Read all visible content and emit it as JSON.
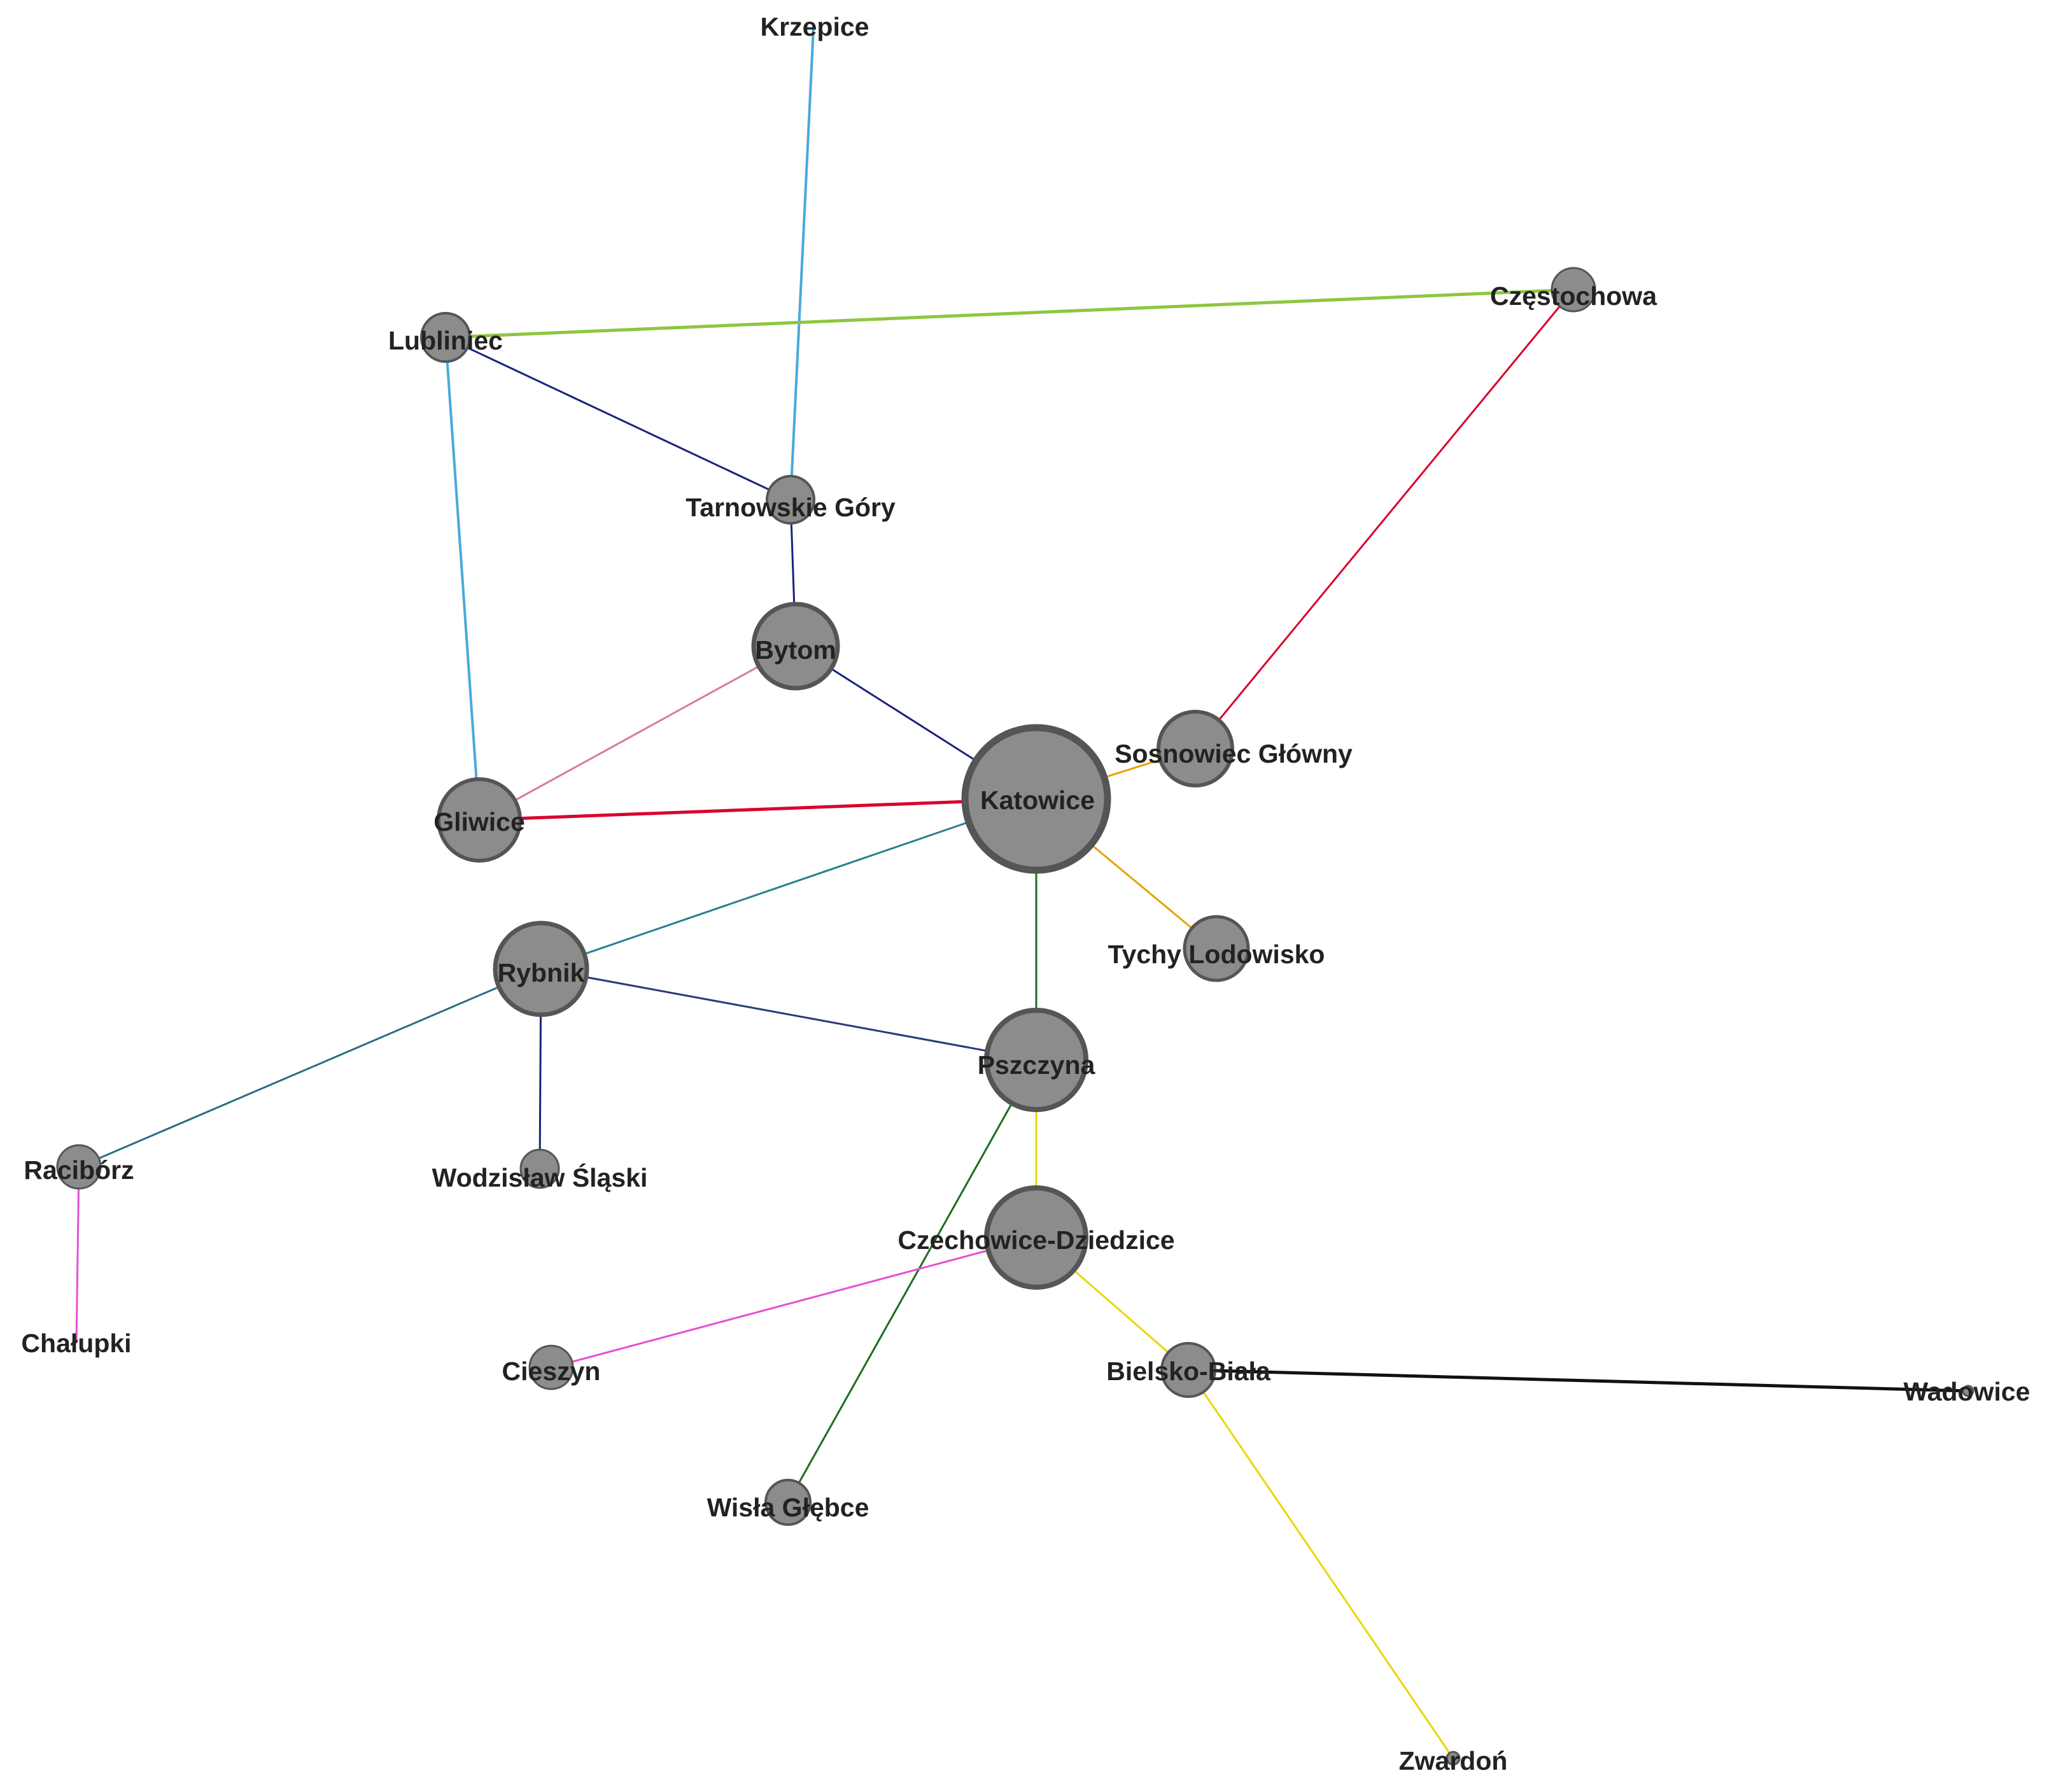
{
  "nodes": [
    {
      "id": "krzepice",
      "label": "Krzepice"
    },
    {
      "id": "czestochowa",
      "label": "Częstochowa"
    },
    {
      "id": "lubliniec",
      "label": "Lubliniec"
    },
    {
      "id": "tarnowskie",
      "label": "Tarnowskie Góry"
    },
    {
      "id": "bytom",
      "label": "Bytom"
    },
    {
      "id": "sosnowiec",
      "label": "Sosnowiec Główny"
    },
    {
      "id": "katowice",
      "label": "Katowice"
    },
    {
      "id": "gliwice",
      "label": "Gliwice"
    },
    {
      "id": "tychy",
      "label": "Tychy Lodowisko"
    },
    {
      "id": "rybnik",
      "label": "Rybnik"
    },
    {
      "id": "pszczyna",
      "label": "Pszczyna"
    },
    {
      "id": "raciborz",
      "label": "Racibórz"
    },
    {
      "id": "wodzislaw",
      "label": "Wodzisław Śląski"
    },
    {
      "id": "czechowice",
      "label": "Czechowice-Dziedzice"
    },
    {
      "id": "chalupki",
      "label": "Chałupki"
    },
    {
      "id": "cieszyn",
      "label": "Cieszyn"
    },
    {
      "id": "bielsko",
      "label": "Bielsko-Biała"
    },
    {
      "id": "wadowice",
      "label": "Wadowice"
    },
    {
      "id": "wisla",
      "label": "Wisła Głębce"
    },
    {
      "id": "zwardon",
      "label": "Zwardoń"
    }
  ],
  "edges": [
    {
      "source": "krzepice",
      "target": "tarnowskie",
      "color": "#4aa9de"
    },
    {
      "source": "lubliniec",
      "target": "czestochowa",
      "color": "#8dc63f"
    },
    {
      "source": "lubliniec",
      "target": "tarnowskie",
      "color": "#1a237e"
    },
    {
      "source": "lubliniec",
      "target": "gliwice",
      "color": "#4aa9de"
    },
    {
      "source": "tarnowskie",
      "target": "bytom",
      "color": "#1a237e"
    },
    {
      "source": "bytom",
      "target": "katowice",
      "color": "#1a237e"
    },
    {
      "source": "bytom",
      "target": "gliwice",
      "color": "#d97b94"
    },
    {
      "source": "gliwice",
      "target": "katowice",
      "color": "#d9002c"
    },
    {
      "source": "czestochowa",
      "target": "sosnowiec",
      "color": "#d9002c"
    },
    {
      "source": "katowice",
      "target": "sosnowiec",
      "color": "#e6a200"
    },
    {
      "source": "katowice",
      "target": "tychy",
      "color": "#e6a200"
    },
    {
      "source": "katowice",
      "target": "rybnik",
      "color": "#2a7f93"
    },
    {
      "source": "katowice",
      "target": "pszczyna",
      "color": "#1b6e20"
    },
    {
      "source": "rybnik",
      "target": "raciborz",
      "color": "#2a6f86"
    },
    {
      "source": "rybnik",
      "target": "pszczyna",
      "color": "#2a3a7a"
    },
    {
      "source": "rybnik",
      "target": "wodzislaw",
      "color": "#1a237e"
    },
    {
      "source": "raciborz",
      "target": "chalupki",
      "color": "#e64fd6"
    },
    {
      "source": "pszczyna",
      "target": "czechowice",
      "color": "#e8d800"
    },
    {
      "source": "pszczyna",
      "target": "wisla",
      "color": "#1b6e20"
    },
    {
      "source": "czechowice",
      "target": "cieszyn",
      "color": "#e64fd6"
    },
    {
      "source": "czechowice",
      "target": "bielsko",
      "color": "#e8d800"
    },
    {
      "source": "bielsko",
      "target": "wadowice",
      "color": "#111111"
    },
    {
      "source": "bielsko",
      "target": "zwardon",
      "color": "#e8d800"
    }
  ],
  "colors": {
    "node_fill": "#8c8c8c",
    "node_stroke": "#555555",
    "label_text": "#222222",
    "background": "#ffffff"
  }
}
